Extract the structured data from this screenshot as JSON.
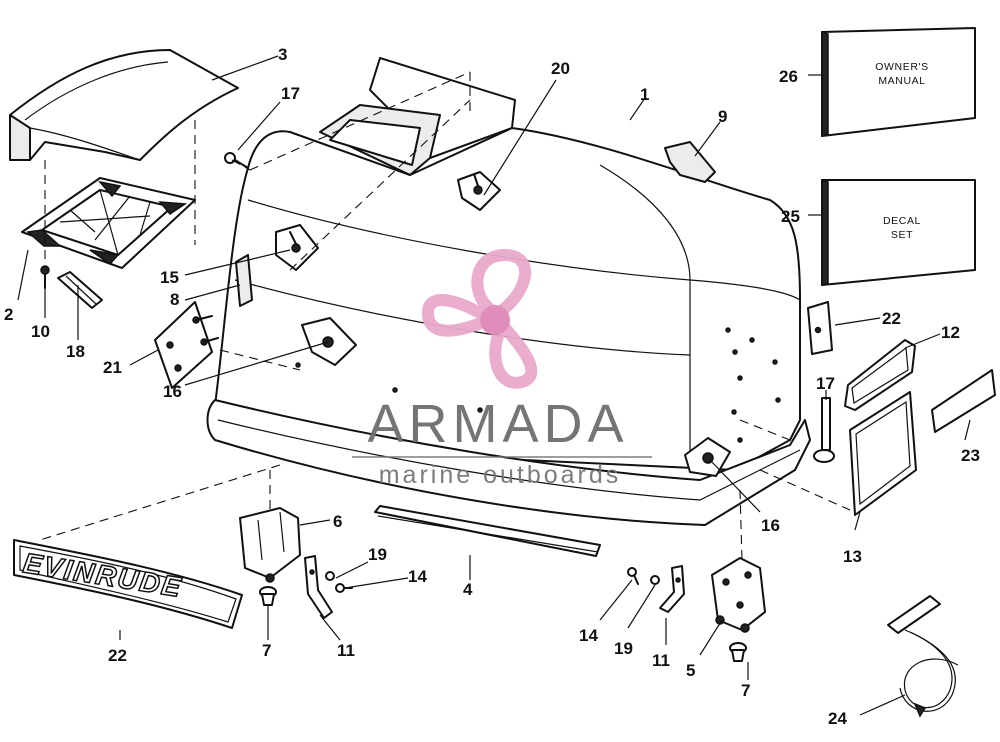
{
  "callouts": {
    "c1": "1",
    "c2": "2",
    "c3": "3",
    "c4": "4",
    "c5": "5",
    "c6": "6",
    "c7a": "7",
    "c7b": "7",
    "c8": "8",
    "c9": "9",
    "c10": "10",
    "c11a": "11",
    "c11b": "11",
    "c12": "12",
    "c13": "13",
    "c14a": "14",
    "c14b": "14",
    "c15": "15",
    "c16a": "16",
    "c16b": "16",
    "c17a": "17",
    "c17b": "17",
    "c18": "18",
    "c19a": "19",
    "c19b": "19",
    "c20": "20",
    "c21": "21",
    "c22a": "22",
    "c22b": "22",
    "c23": "23",
    "c24": "24",
    "c25": "25",
    "c26": "26"
  },
  "boxes": {
    "manual_line1": "OWNER'S",
    "manual_line2": "MANUAL",
    "decal_line1": "DECAL",
    "decal_line2": "SET"
  },
  "emblem_text": "EVINRUDE",
  "watermark": {
    "brand": "ARMADA",
    "tagline": "marine outboards",
    "colors": {
      "propeller": "#e9a9cc",
      "hub": "#e087b8",
      "brand": "#6e6e6e",
      "tagline": "#777777"
    }
  }
}
